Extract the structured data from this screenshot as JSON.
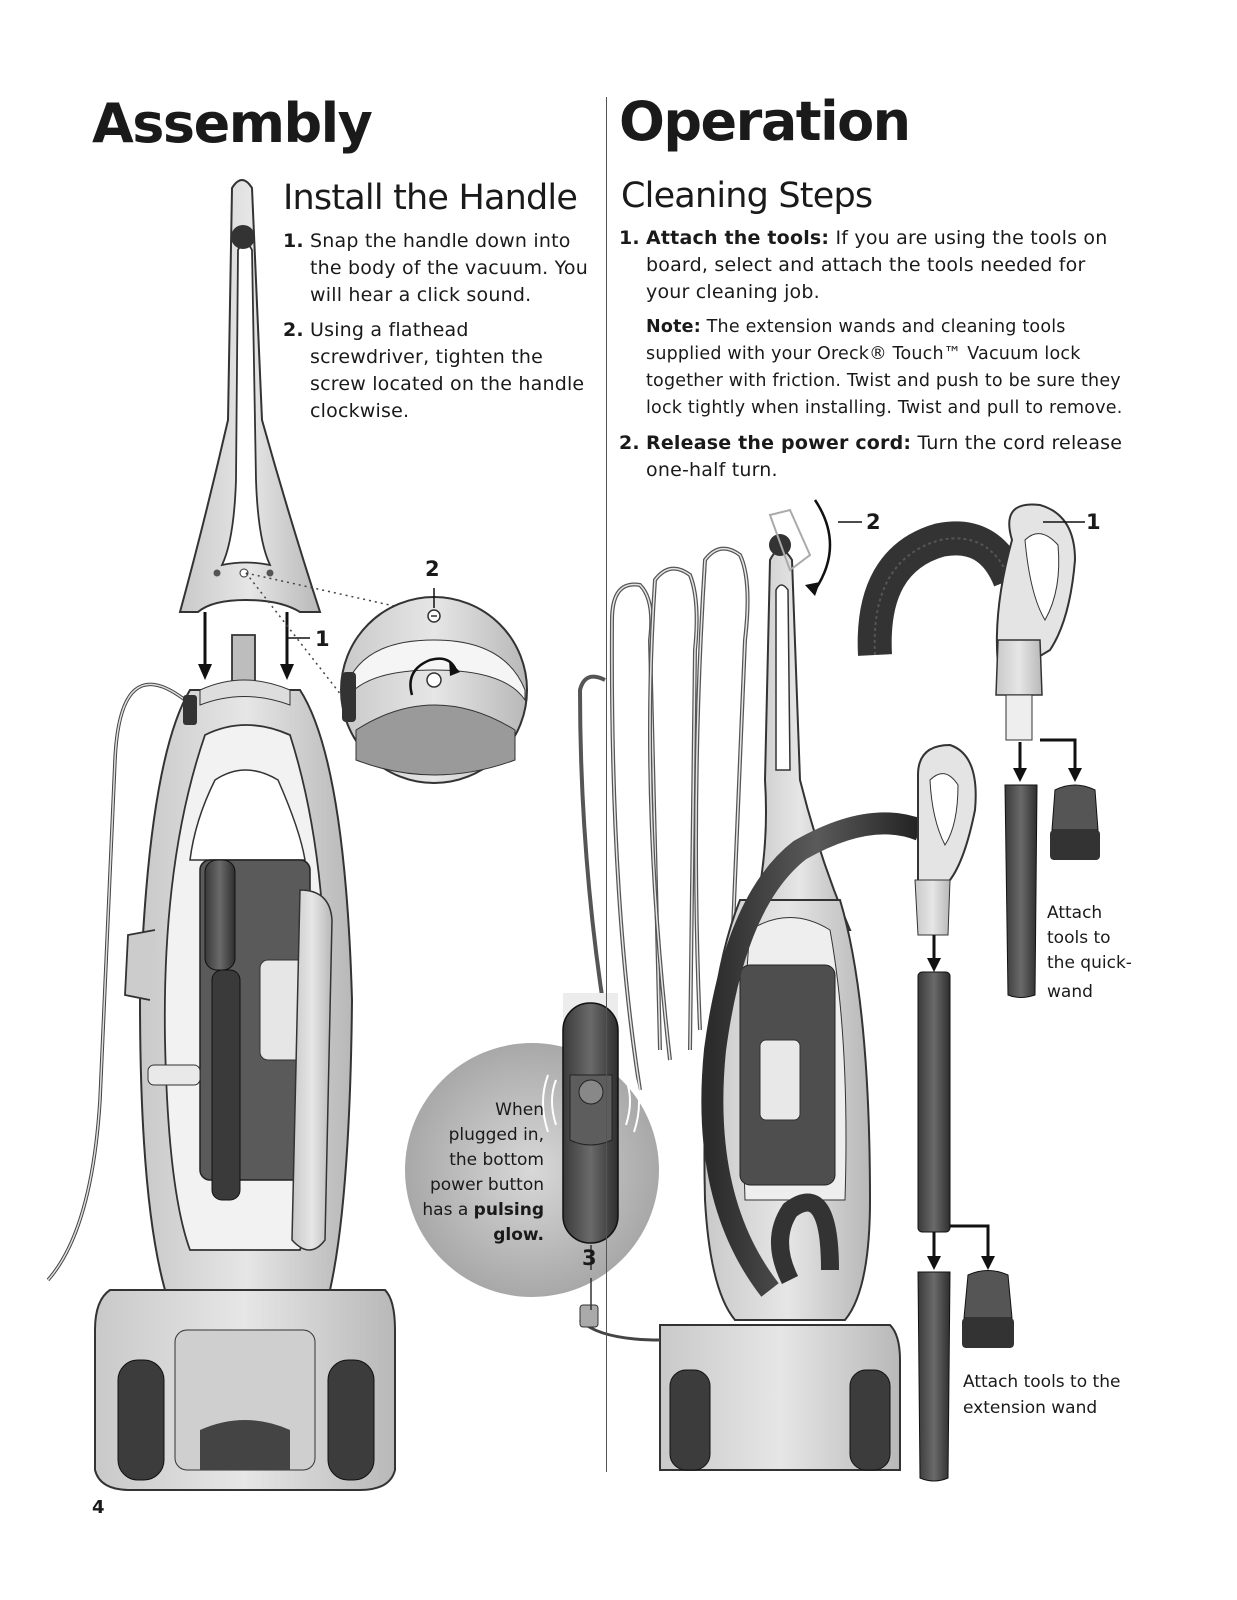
{
  "assembly": {
    "title": "Assembly",
    "section_title": "Install the Handle",
    "steps": [
      {
        "num": "1.",
        "text": "Snap the handle down into the body of the vacuum. You will hear a click sound."
      },
      {
        "num": "2.",
        "text": "Using a flathead screwdriver, tighten the screw located on the handle clockwise."
      }
    ],
    "callouts": {
      "one": "1",
      "two": "2"
    }
  },
  "operation": {
    "title": "Operation",
    "section_title": "Cleaning Steps",
    "step1": {
      "num": "1.",
      "lead": "Attach the tools:",
      "text": " If you are using the tools on board, select and attach the tools needed for your cleaning job."
    },
    "note": {
      "lead": "Note:",
      "text": " The extension wands and cleaning tools supplied with your Oreck® Touch™ Vacuum lock together with friction. Twist and push to be sure they lock tightly when installing. Twist and pull to remove."
    },
    "step2": {
      "num": "2.",
      "lead": "Release the power cord:",
      "text": " Turn the cord release one-half turn."
    },
    "callouts": {
      "one": "1",
      "two": "2",
      "three": "3"
    },
    "quick_wand_caption": [
      "Attach",
      "tools to",
      "the quick-",
      "wand"
    ],
    "extension_caption": [
      "Attach tools to the",
      "extension wand"
    ],
    "power_caption": {
      "lines": [
        "When",
        "plugged in,",
        "the bottom",
        "power button"
      ],
      "pre": "has a ",
      "bold": "pulsing",
      "last": "glow."
    }
  },
  "page_number": "4"
}
